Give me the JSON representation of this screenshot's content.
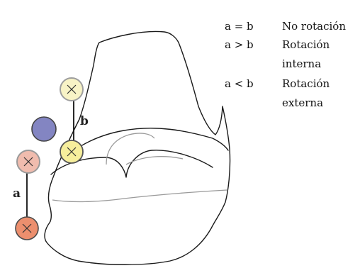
{
  "diagram": {
    "labels": {
      "a": "a",
      "b": "b"
    },
    "legend": [
      {
        "key": "a = b",
        "lines": [
          "No rotación"
        ]
      },
      {
        "key": "a > b",
        "lines": [
          "Rotación",
          "interna"
        ]
      },
      {
        "key": "a < b",
        "lines": [
          "Rotación",
          "externa"
        ]
      }
    ],
    "colors": {
      "marker_pale_yellow": "#f8f3c6",
      "marker_yellow": "#f6ee9c",
      "marker_blue": "#8385c2",
      "marker_pink": "#f0bcae",
      "marker_orange": "#ec8f6e",
      "outline": "#1a1a1a",
      "hidden_line": "#9a9a9a"
    }
  }
}
